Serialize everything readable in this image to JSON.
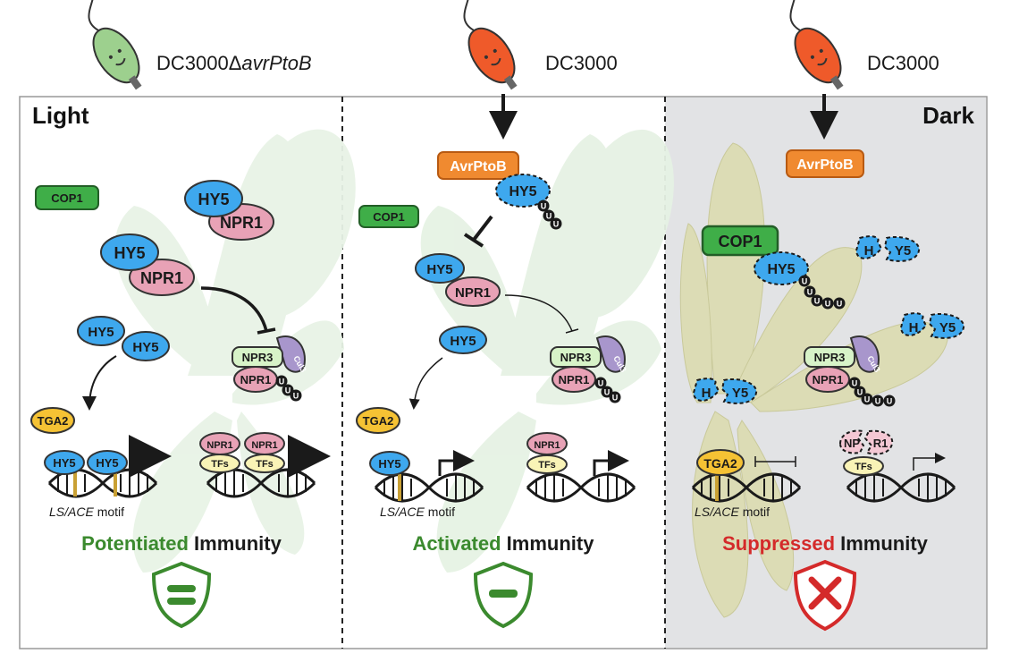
{
  "header": {
    "strain_left_prefix": "DC3000Δ",
    "strain_left_gene": "avrPtoB",
    "strain_mid": "DC3000",
    "strain_right": "DC3000"
  },
  "panels": {
    "light_label": "Light",
    "dark_label": "Dark"
  },
  "proteins": {
    "cop1": "COP1",
    "hy5": "HY5",
    "npr1": "NPR1",
    "npr3": "NPR3",
    "cul3": "Cul3",
    "tga2": "TGA2",
    "tfs": "TFs",
    "avrptob": "AvrPtoB",
    "ub": "U",
    "hy5_split_a": "H",
    "hy5_split_b": "Y5",
    "npr1_split_a": "NP",
    "npr1_split_b": "R1"
  },
  "dna": {
    "motif_italic": "LS/ACE",
    "motif_suffix": " motif"
  },
  "outcomes": {
    "left_adj": "Potentiated",
    "mid_adj": "Activated",
    "right_adj": "Suppressed",
    "noun": " Immunity"
  },
  "colors": {
    "light_bg": "#ffffff",
    "dark_bg": "#e2e3e5",
    "green_text": "#3b8a2e",
    "red_text": "#d42a2a",
    "hy5_blue": "#3ea8ee",
    "npr1_pink": "#e8a2b6",
    "cop1_green": "#3fae48",
    "avr_orange": "#f08a30",
    "tga2_yellow": "#f5c234",
    "npr3_green": "#d7f3c8",
    "cul3_purple": "#a896cc",
    "tfs_yellow": "#f9f3b6"
  }
}
